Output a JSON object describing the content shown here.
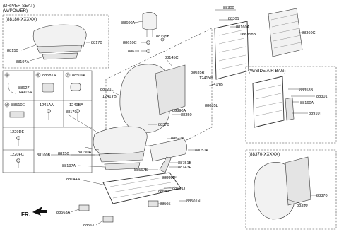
{
  "headers": {
    "driver_seat": "(DRIVER SEAT)",
    "wipower": "(W/POWER)",
    "variant_top": "(88180-XXXXX)",
    "wside_airbag": "(W/SIDE AIR BAG)",
    "variant_bottom": "(88370-XXXXX)",
    "fr": "FR."
  },
  "legend": {
    "a": {
      "letter": "a",
      "part": "88581A"
    },
    "b": {
      "letter": "b",
      "part": "88509A"
    },
    "c": {
      "letter": "c",
      "part": "88509A"
    },
    "d": {
      "letter": "d",
      "part": "88510E"
    },
    "sub_left_1": "88627",
    "sub_left_2": "14915A",
    "row2_mid": "1241AA",
    "row2_right": "1249BA",
    "row3": "1229DE",
    "row4": "1220FC",
    "header_a_extra": "88581A"
  },
  "labels": {
    "p88150_top": "88150",
    "p88170_top": "88170",
    "p88197A_top": "88197A",
    "p88600A": "88600A",
    "p88195B": "88195B",
    "p88610C": "88610C",
    "p88610": "88610",
    "p88300": "88300",
    "p88301_top": "88301",
    "p88160A_top": "88160A",
    "p88358B_top": "88358B",
    "p88360C": "88360C",
    "p88145C": "88145C",
    "p88035R": "88035R",
    "p1241YB_a": "1241YB",
    "p1241YB_b": "1241YB",
    "p1241YB_c": "1241YB",
    "p88035L": "88035L",
    "p88121L": "88121L",
    "p88390A": "88390A",
    "p88350_mid": "88350",
    "p88370_mid": "88370",
    "p88358B_side": "88358B",
    "p88301_side": "88301",
    "p88160A_side": "88160A",
    "p88910T": "88910T",
    "p88170_bot": "88170",
    "p88100B": "88100B",
    "p88150_bot": "88150",
    "p88190A": "88190A",
    "p88197A_bot": "88197A",
    "p88521A": "88521A",
    "p88051A": "88051A",
    "p88751B": "88751B",
    "p88143F": "88143F",
    "p88567B": "88567B",
    "p88560D": "88560D",
    "p88144A": "88144A",
    "p88191J": "88191J",
    "p88641": "88641",
    "p88565": "88565",
    "p88501N": "88501N",
    "p88563A": "88563A",
    "p88561": "88561",
    "p88350_bot": "88350",
    "p88370_bot": "88370"
  }
}
